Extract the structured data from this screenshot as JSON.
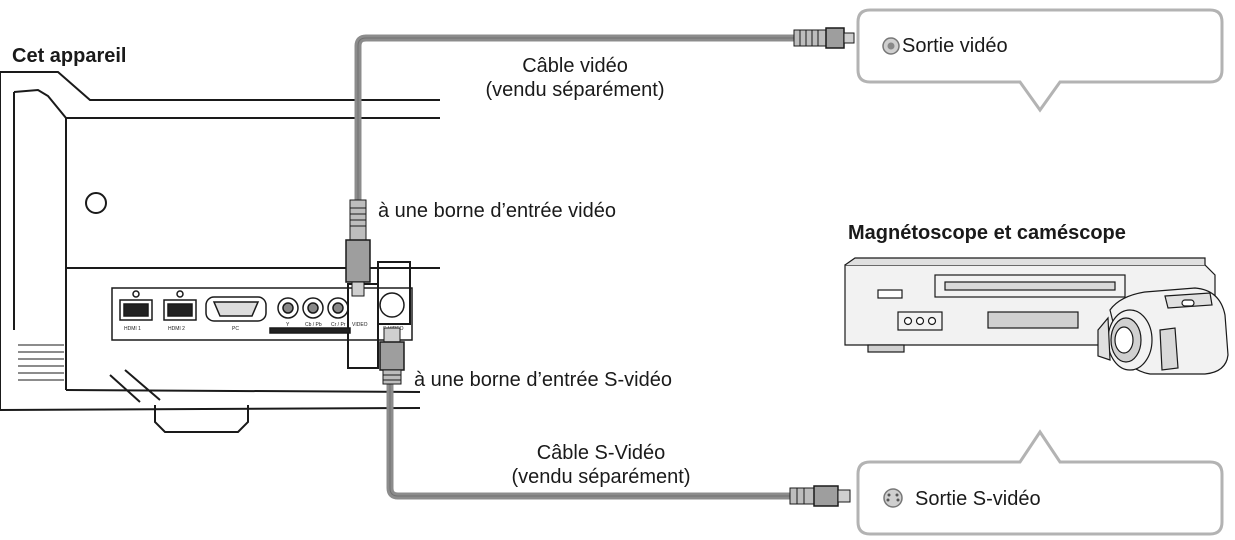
{
  "device_label": "Cet appareil",
  "video_cable": {
    "line1": "Câble vidéo",
    "line2": "(vendu séparément)",
    "input_label": "à une borne d’entrée vidéo",
    "output_label": "Sortie vidéo"
  },
  "svideo_cable": {
    "line1": "Câble S-Vidéo",
    "line2": "(vendu séparément)",
    "input_label": "à une borne d’entrée S-vidéo",
    "output_label": "Sortie S-vidéo"
  },
  "source_device_label": "Magnétoscope et caméscope",
  "panel": {
    "hdmi1": "HDMI 1",
    "hdmi2": "HDMI 2",
    "pc": "PC",
    "y": "Y",
    "cb": "Cb / Pb",
    "cr": "Cr / Pr",
    "video": "VIDEO",
    "svideo": "S-VIDEO"
  },
  "colors": {
    "cable": "#8c8c8c",
    "outline": "#1a1a1a",
    "bubble_border": "#b3b3b3",
    "device_fill": "#f2f2f2"
  }
}
